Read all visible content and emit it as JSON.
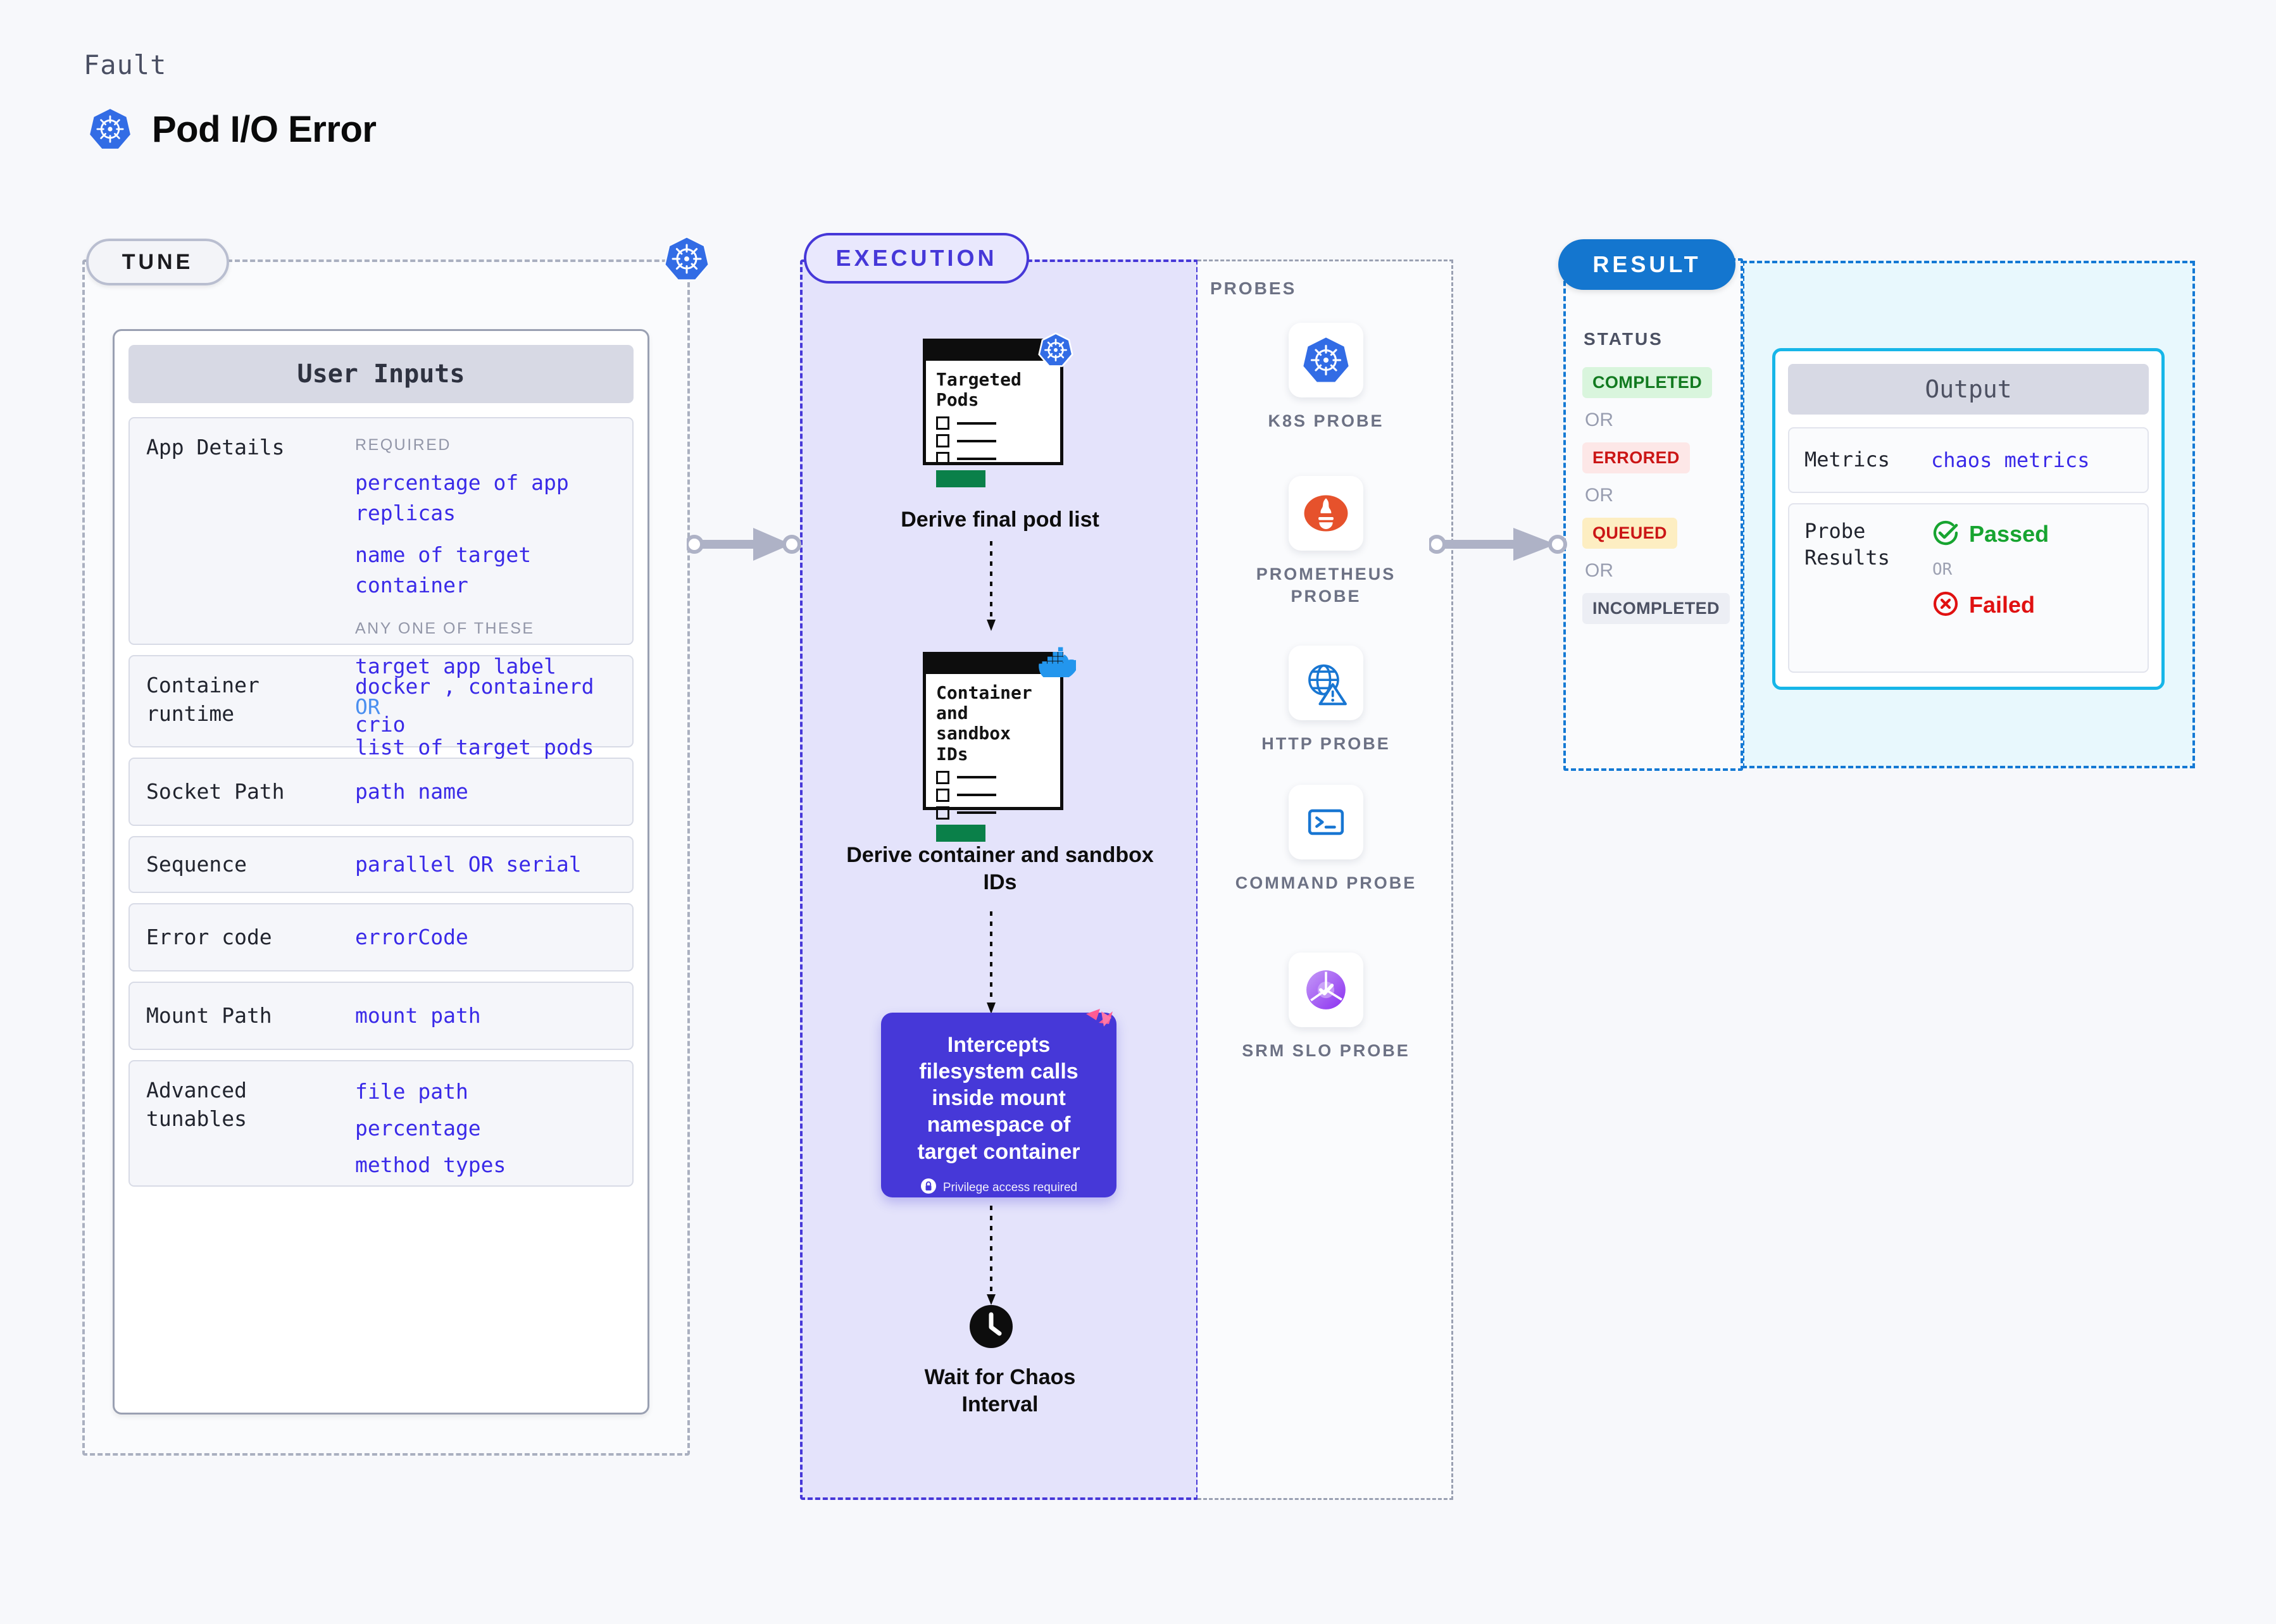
{
  "header": {
    "eyebrow": "Fault",
    "title": "Pod I/O Error",
    "icon": "kubernetes-icon"
  },
  "tune": {
    "badge_label": "TUNE",
    "badge_icon": "kubernetes-icon",
    "card_title": "User Inputs",
    "rows": [
      {
        "label": "App Details",
        "groups": [
          {
            "caption": "REQUIRED",
            "values": [
              "percentage of app replicas",
              "name of target container"
            ]
          },
          {
            "caption": "ANY ONE OF THESE",
            "values": [
              "target app label",
              "OR",
              "list of target pods"
            ]
          }
        ]
      },
      {
        "label": "Container runtime",
        "values": [
          "docker , containerd",
          "crio"
        ]
      },
      {
        "label": "Socket Path",
        "values": [
          "path name"
        ]
      },
      {
        "label": "Sequence",
        "values": [
          "parallel OR serial"
        ]
      },
      {
        "label": "Error code",
        "values": [
          "errorCode"
        ]
      },
      {
        "label": "Mount Path",
        "values": [
          "mount path"
        ]
      },
      {
        "label": "Advanced tunables",
        "values": [
          "file path",
          "percentage",
          "method types"
        ]
      }
    ]
  },
  "execution": {
    "badge_label": "EXECUTION",
    "steps": [
      {
        "card_title": "Targeted Pods",
        "caption": "Derive final pod list",
        "icon": "kubernetes-icon"
      },
      {
        "card_title": "Container and sandbox IDs",
        "caption": "Derive container and sandbox IDs",
        "icon": "docker-icon"
      }
    ],
    "intercept": {
      "text": "Intercepts filesystem calls inside mount namespace of target container",
      "privilege_note": "Privilege access required",
      "privilege_icon": "lock-icon",
      "corner_icon": "litmus-icon",
      "color": "#4638d8"
    },
    "wait": {
      "caption": "Wait for Chaos Interval",
      "icon": "clock-icon"
    }
  },
  "probes": {
    "title": "PROBES",
    "items": [
      {
        "label": "K8S PROBE",
        "icon": "kubernetes-icon"
      },
      {
        "label": "PROMETHEUS PROBE",
        "icon": "prometheus-icon"
      },
      {
        "label": "HTTP PROBE",
        "icon": "http-globe-warning-icon"
      },
      {
        "label": "COMMAND PROBE",
        "icon": "terminal-icon"
      },
      {
        "label": "SRM SLO PROBE",
        "icon": "srm-slo-icon"
      }
    ]
  },
  "result": {
    "badge_label": "RESULT",
    "status_title": "STATUS",
    "or_label": "OR",
    "statuses": [
      {
        "label": "COMPLETED",
        "bg": "#d9f5dd",
        "fg": "#127a20"
      },
      {
        "label": "ERRORED",
        "bg": "#fde7e7",
        "fg": "#cb1616"
      },
      {
        "label": "QUEUED",
        "bg": "#fdeec2",
        "fg": "#cb1616"
      },
      {
        "label": "INCOMPLETED",
        "bg": "#eceef4",
        "fg": "#4c5163"
      }
    ]
  },
  "output": {
    "card_title": "Output",
    "rows": [
      {
        "label": "Metrics",
        "value": "chaos metrics"
      }
    ],
    "probe_results": {
      "label": "Probe Results",
      "passed": "Passed",
      "failed": "Failed",
      "or_label": "OR",
      "passed_color": "#17a430",
      "failed_color": "#e01111"
    }
  },
  "colors": {
    "accent_indigo": "#4638d8",
    "value_blue": "#3a2ae8",
    "result_blue": "#1476cf",
    "output_cyan": "#17b6e8"
  }
}
